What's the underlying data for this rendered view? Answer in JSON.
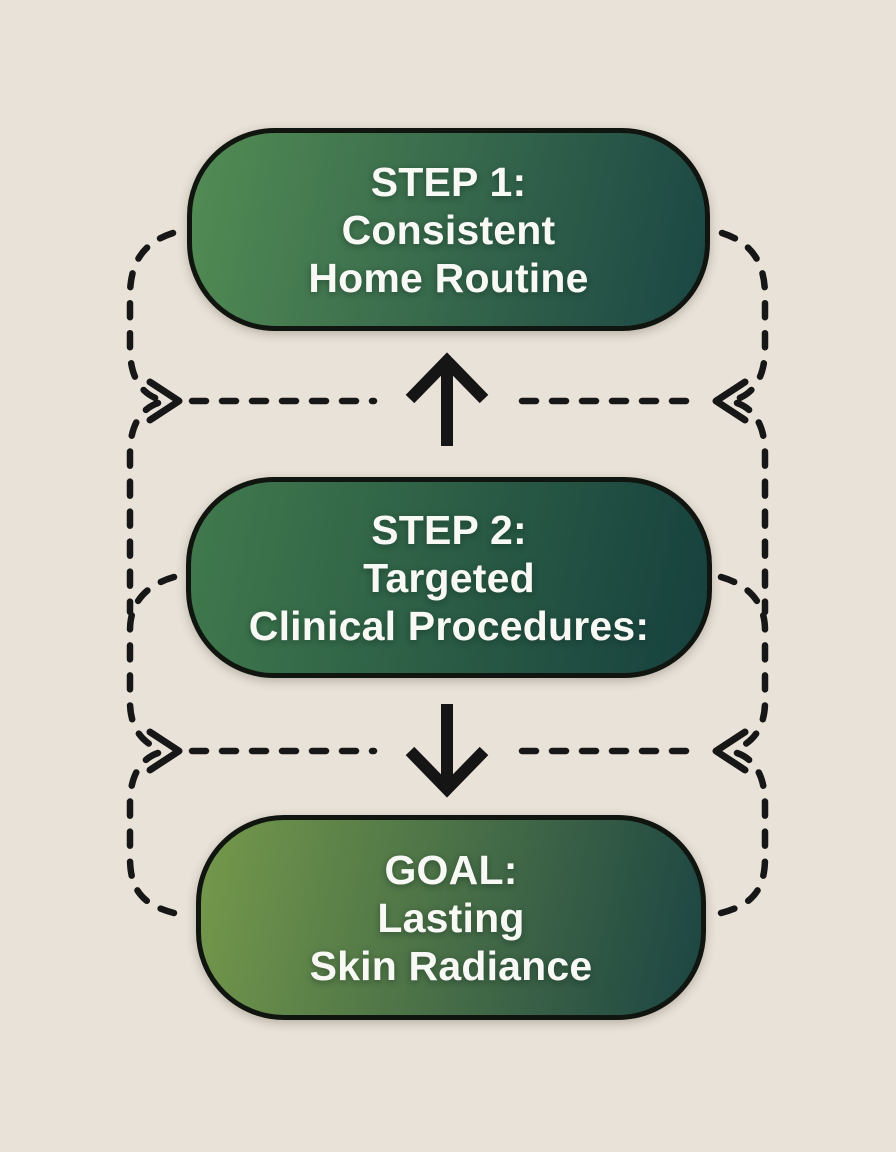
{
  "diagram": {
    "background_color": "#e9e2d8",
    "line_color": "#171717",
    "text_color": "#f8f8f5",
    "nodes": [
      {
        "id": "step-1",
        "lines": [
          "STEP 1:",
          "Consistent",
          "Home Routine"
        ],
        "gradient_from": "#538c54",
        "gradient_to": "#1b4644"
      },
      {
        "id": "step-2",
        "lines": [
          "STEP 2:",
          "Targeted",
          "Clinical Procedures:"
        ],
        "gradient_from": "#417a4d",
        "gradient_to": "#16403e"
      },
      {
        "id": "goal",
        "lines": [
          "GOAL:",
          "Lasting",
          "Skin Radiance"
        ],
        "gradient_from": "#75994b",
        "gradient_to": "#1c4543"
      }
    ],
    "arrows": [
      {
        "id": "arrow-step2-to-step1",
        "direction": "up"
      },
      {
        "id": "arrow-step2-to-goal",
        "direction": "down"
      }
    ]
  }
}
